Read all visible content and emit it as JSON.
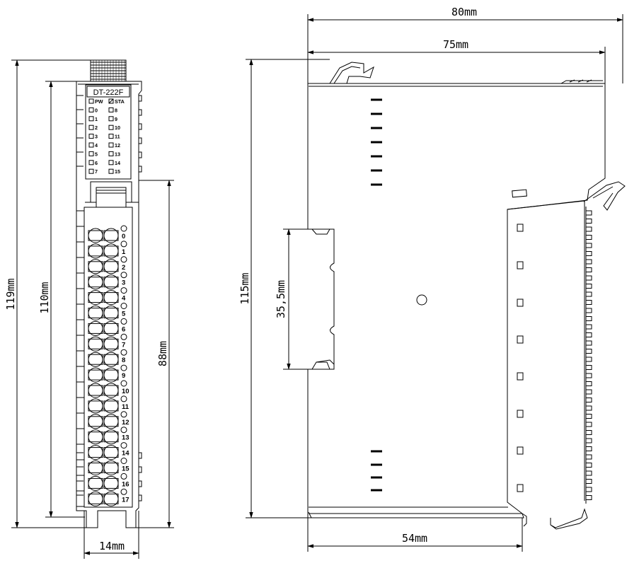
{
  "front_view": {
    "model_label": "DT-222F",
    "led_rows": [
      {
        "left": "PW",
        "right": "STA"
      },
      {
        "left": "0",
        "right": "8"
      },
      {
        "left": "1",
        "right": "9"
      },
      {
        "left": "2",
        "right": "10"
      },
      {
        "left": "3",
        "right": "11"
      },
      {
        "left": "4",
        "right": "12"
      },
      {
        "left": "5",
        "right": "13"
      },
      {
        "left": "6",
        "right": "14"
      },
      {
        "left": "7",
        "right": "15"
      }
    ],
    "terminal_numbers": [
      "0",
      "1",
      "2",
      "3",
      "4",
      "5",
      "6",
      "7",
      "8",
      "9",
      "10",
      "11",
      "12",
      "13",
      "14",
      "15",
      "16",
      "17"
    ]
  },
  "dimensions": {
    "height_overall": "119mm",
    "height_body": "110mm",
    "height_terminal": "88mm",
    "width_front": "14mm",
    "depth_overall": "80mm",
    "depth_body": "75mm",
    "height_side": "115mm",
    "rail_width": "35,5mm",
    "depth_front_part": "54mm"
  }
}
